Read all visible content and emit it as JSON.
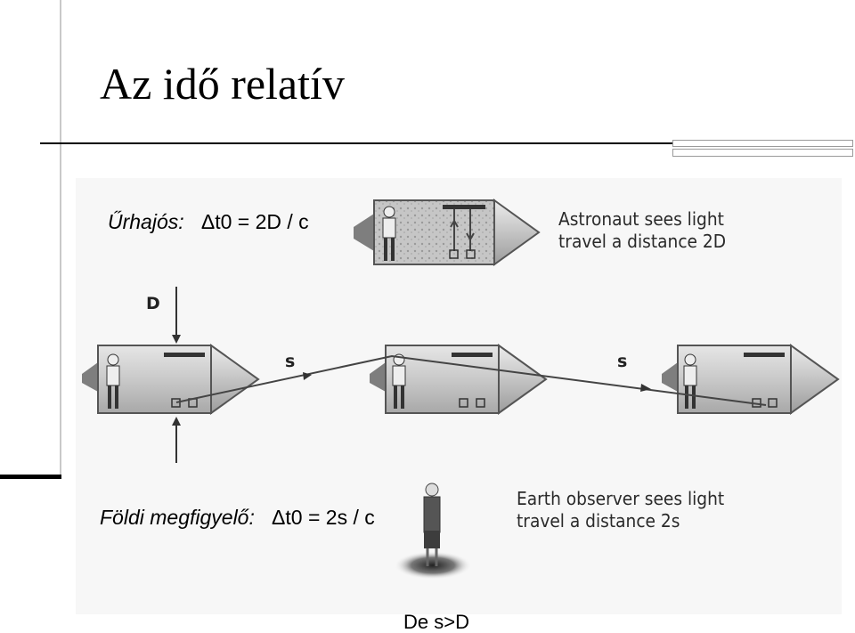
{
  "slide": {
    "title": "Az idő relatív",
    "astronaut_formula": {
      "label": "Űrhajós:",
      "equation": "Δt0 = 2D / c"
    },
    "earth_formula": {
      "label": "Földi megfigyelő:",
      "equation": "Δt0 = 2s / c"
    },
    "conclusion": "De s>D"
  },
  "illustration": {
    "astronaut_caption_line1": "Astronaut sees light",
    "astronaut_caption_line2": "travel a distance 2D",
    "earth_caption_line1": "Earth observer sees light",
    "earth_caption_line2": "travel a distance 2s",
    "label_d": "D",
    "label_s_left": "s",
    "label_s_right": "s"
  }
}
